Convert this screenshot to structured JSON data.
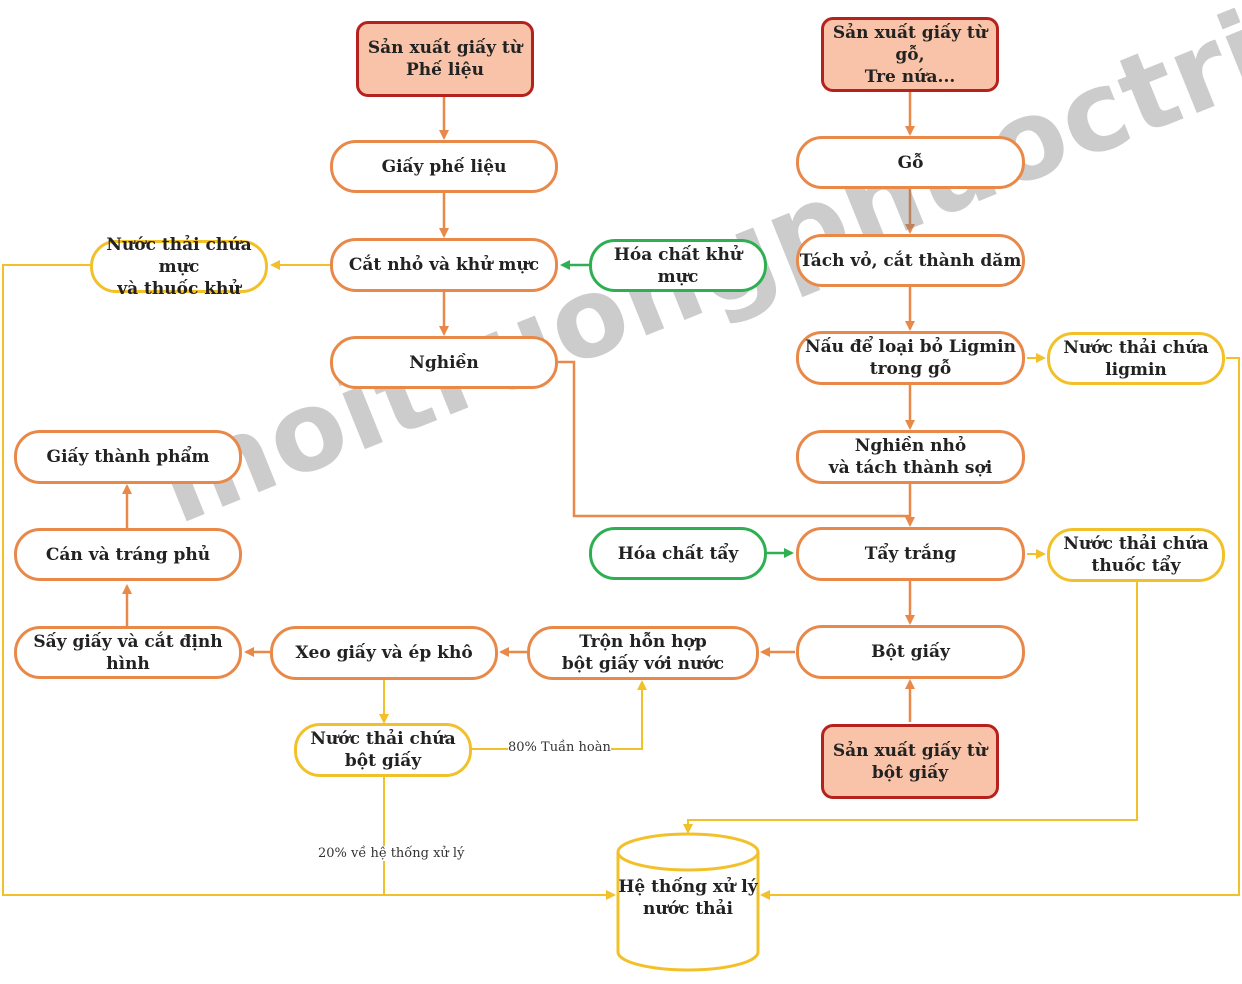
{
  "nodes": {
    "start_scrap": "Sản xuất giấy từ\nPhế liệu",
    "start_wood": "Sản xuất giấy từ gỗ,\nTre nứa...",
    "waste_paper": "Giấy phế liệu",
    "wood": "Gỗ",
    "cut_deink": "Cắt nhỏ và khử mực",
    "deink_chem": "Hóa chất khử mực",
    "ww_ink": "Nước thải chứa mực\nvà thuốc khử",
    "peel_chip": "Tách vỏ, cắt thành dăm",
    "grind": "Nghiền",
    "cook_lignin": "Nấu để loại bỏ Ligmin\ntrong gỗ",
    "ww_lignin": "Nước thải chứa\nligmin",
    "grind_fiber": "Nghiền nhỏ\nvà tách thành sợi",
    "finished": "Giấy thành phẩm",
    "bleach_chem": "Hóa chất tẩy",
    "bleach": "Tẩy trắng",
    "ww_bleach": "Nước thải chứa\nthuốc tẩy",
    "rolling": "Cán và tráng phủ",
    "dry_cut": "Sấy giấy và cắt định hình",
    "press": "Xeo giấy và ép khô",
    "mix": "Trộn hỗn hợp\nbột giấy với nước",
    "pulp": "Bột giấy",
    "ww_pulp": "Nước thải chứa\nbột giấy",
    "start_pulp": "Sản xuất giấy từ\nbột giấy",
    "treatment": "Hệ thống xử lý\nnước thải"
  },
  "edge_labels": {
    "recycle": "80% Tuần hoàn",
    "to_treatment": "20% về hệ thống xử lý"
  },
  "watermark": "moitruongphuoctrinh.com",
  "colors": {
    "process": "#e8894a",
    "start_border": "#b5221e",
    "start_fill": "#f8c3a8",
    "chemical": "#2eaf52",
    "waste": "#f2c12a"
  }
}
